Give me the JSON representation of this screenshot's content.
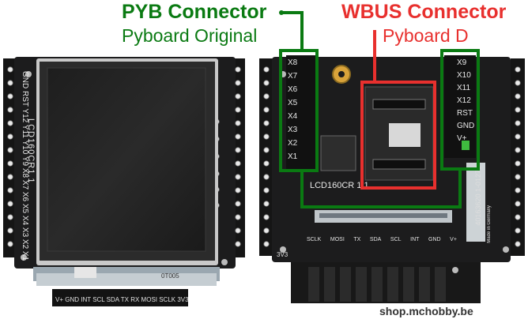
{
  "labels": {
    "pyb_title": "PYB Connector",
    "pyb_subtitle": "Pyboard Original",
    "wbus_title": "WBUS Connector",
    "wbus_subtitle": "Pyboard D",
    "credit": "shop.mchobby.be"
  },
  "board_front": {
    "model": "LCD160CR1.1",
    "left_pins": "GND RST Y12 Y11 Y10 Y9 X8 X7 X6 X5 X4 X3 X2 X1",
    "bottom_pins": "V+ GND INT SCL SDA TX RX MOSI SCLK 3V3",
    "fpc_code": "0T005"
  },
  "board_back": {
    "model": "LCD160CR 1.1",
    "pyb_pins": [
      "X8",
      "X7",
      "X6",
      "X5",
      "X4",
      "X3",
      "X2",
      "X1"
    ],
    "wbus_pins": [
      "X9",
      "X10",
      "X11",
      "X12",
      "RST",
      "GND",
      "V+"
    ],
    "bottom_pins": [
      "SCLK",
      "MOSI",
      "TX",
      "SDA",
      "SCL",
      "INT",
      "GND",
      "V+"
    ],
    "serial": "40163620 1-01270",
    "made_in": "Made in Germany",
    "corner_label": "3V3"
  },
  "colors": {
    "green": "#0a7a12",
    "red": "#e8302e",
    "pcb": "#1a1a1b"
  }
}
